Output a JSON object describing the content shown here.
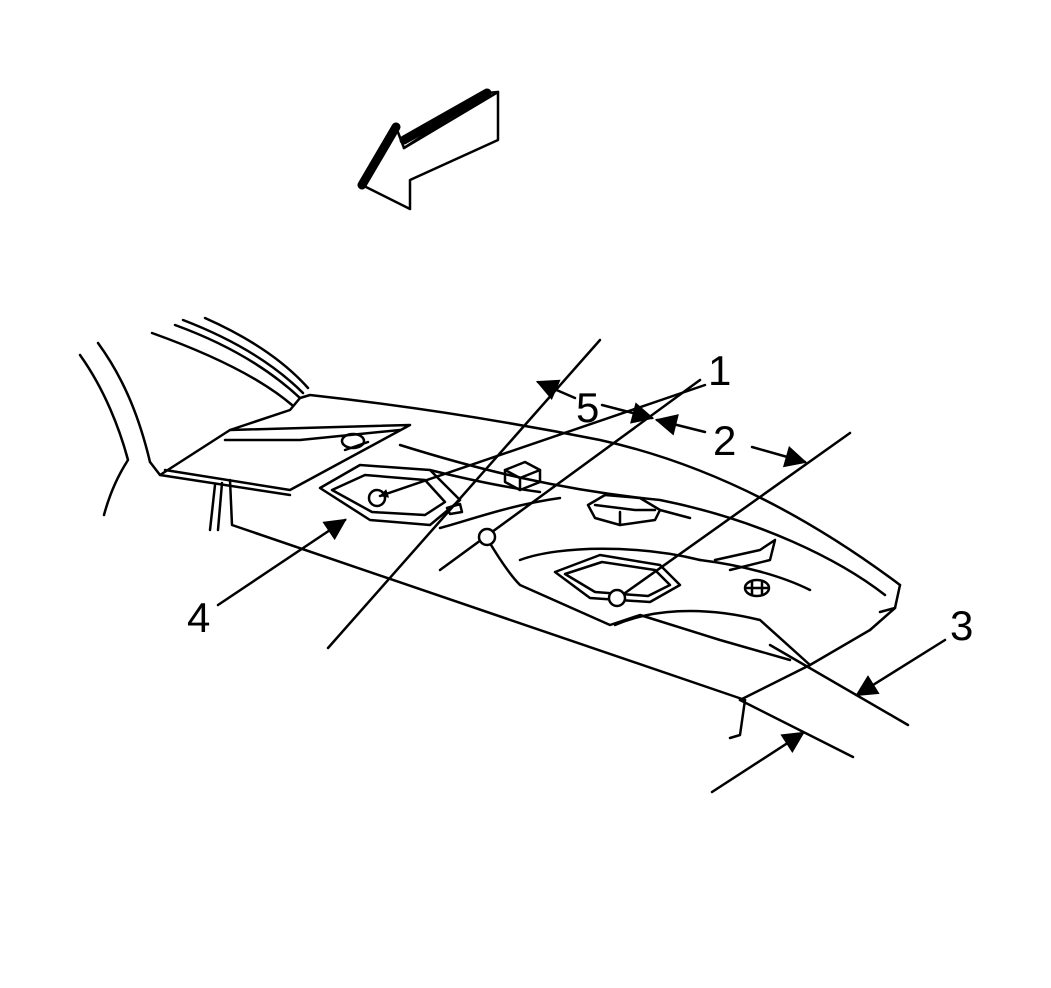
{
  "callouts": {
    "c1": "1",
    "c2": "2",
    "c3": "3",
    "c4": "4",
    "c5": "5"
  },
  "colors": {
    "ink": "#000000",
    "paper": "#ffffff"
  },
  "icons": {
    "direction": "forward-arrow-icon"
  }
}
